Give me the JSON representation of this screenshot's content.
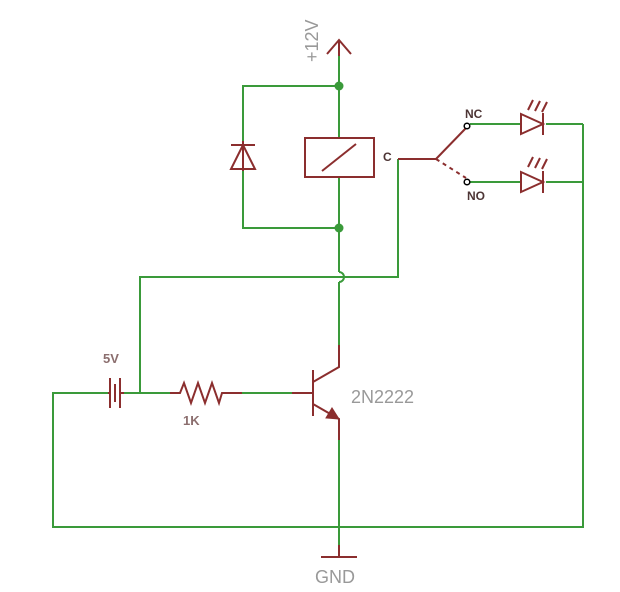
{
  "labels": {
    "vcc": "+12V",
    "gnd": "GND",
    "transistor": "2N2222",
    "resistor": "1K",
    "battery": "5V",
    "relay_common": "C",
    "relay_nc": "NC",
    "relay_no": "NO"
  },
  "colors": {
    "wire": "#3a9a3a",
    "component": "#8b2e2e",
    "label": "#999999"
  }
}
